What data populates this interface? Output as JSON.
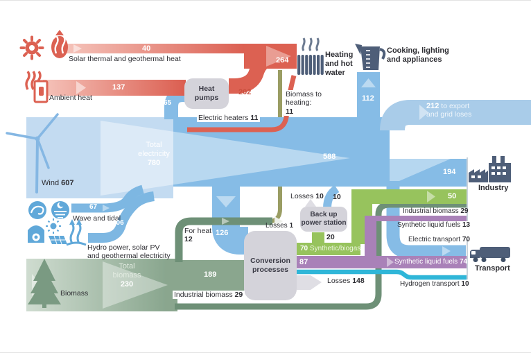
{
  "palette": {
    "red": "#dc6152",
    "blue": "#86bce6",
    "blue_light": "#a9cce9",
    "biomass_green": "#8aa68e",
    "sage": "#6e9077",
    "lime": "#97c35d",
    "purple": "#a981b8",
    "cyan": "#2fb6d8",
    "slate": "#4e5e78",
    "box_gray": "#d4d3da",
    "olive": "#9a9d63",
    "losses_gray": "#dfdee4"
  },
  "sources": {
    "solar_thermal": {
      "label": "Solar thermal and geothermal heat",
      "value": "40"
    },
    "ambient_heat": {
      "label": "Ambient heat",
      "value": "137"
    },
    "wind": {
      "label": "Wind",
      "value": "607"
    },
    "wave_tidal": {
      "label": "Wave and tidal",
      "value": "67"
    },
    "hydro": {
      "line1": "Hydro power, solar PV",
      "line2": "and geothermal electricity",
      "value": "106"
    },
    "biomass": {
      "label": "Biomass"
    }
  },
  "electricity": {
    "line1": "Total",
    "line2": "electricity",
    "total": "780",
    "main": "588",
    "to_heat_pumps": "65",
    "electric_heaters_label": "Electric heaters",
    "to_electric_heaters": "11",
    "to_cooking": "112",
    "to_export": "212",
    "export_line1": "to export",
    "export_line2": "and grid loses",
    "to_industry": "194",
    "to_transport_label": "Electric transport",
    "to_transport": "70",
    "to_conversion": "126",
    "from_backup": "10"
  },
  "heat": {
    "heat_pumps_out": "202",
    "heating_total": "264",
    "biomass_line1": "Biomass to",
    "biomass_line2": "heating:",
    "biomass_value": "11"
  },
  "biomass": {
    "total_line1": "Total",
    "total_line2": "biomass",
    "total": "230",
    "to_conversion": "189",
    "for_heat_label": "For heat",
    "for_heat": "12",
    "industrial_label": "Industrial biomass",
    "industrial": "29",
    "losses_label": "Losses",
    "losses": "1"
  },
  "conversion": {
    "synthetic_biogas": "70",
    "synthetic_biogas_label": "Synthetic/biogas",
    "synthetic_liquid": "87",
    "to_backup": "20",
    "losses_label": "Losses",
    "losses": "148"
  },
  "backup": {
    "losses_label": "Losses",
    "losses": "10",
    "out": "10"
  },
  "industry": {
    "biogas": "50",
    "biomass_label": "Industrial biomass",
    "biomass": "29",
    "synfuel_label": "Synthetic liquid fuels",
    "synfuel": "13"
  },
  "transport": {
    "synfuel_label": "Synthetic liquid fuels",
    "synfuel": "74",
    "hydrogen_label": "Hydrogen transport",
    "hydrogen": "10"
  },
  "nodes": {
    "heat_pumps_l1": "Heat",
    "heat_pumps_l2": "pumps",
    "conversion_l1": "Conversion",
    "conversion_l2": "processes",
    "backup_l1": "Back up",
    "backup_l2": "power station",
    "heating_l1": "Heating",
    "heating_l2": "and hot",
    "heating_l3": "water",
    "cooking_l1": "Cooking, lighting",
    "cooking_l2": "and appliances",
    "industry": "Industry",
    "transport": "Transport"
  },
  "totals": {
    "electricity": 780,
    "biomass": 230,
    "heating": 264,
    "electricity_after_branches": 588
  },
  "links": [
    {
      "source": "Solar thermal and geothermal heat",
      "target": "Heating and hot water",
      "value": 40
    },
    {
      "source": "Ambient heat",
      "target": "Heat pumps",
      "value": 137
    },
    {
      "source": "Electricity",
      "target": "Heat pumps",
      "value": 65
    },
    {
      "source": "Heat pumps",
      "target": "Heating and hot water",
      "value": 202
    },
    {
      "source": "Electricity",
      "target": "Electric heaters",
      "value": 11
    },
    {
      "source": "Electric heaters",
      "target": "Heating and hot water",
      "value": 11
    },
    {
      "source": "Biomass",
      "target": "Heating and hot water",
      "value": 11
    },
    {
      "source": "Wind",
      "target": "Electricity",
      "value": 607
    },
    {
      "source": "Wave and tidal",
      "target": "Electricity",
      "value": 67
    },
    {
      "source": "Hydro power, solar PV and geothermal electricity",
      "target": "Electricity",
      "value": 106
    },
    {
      "source": "Electricity",
      "target": "Cooking, lighting and appliances",
      "value": 112
    },
    {
      "source": "Electricity",
      "target": "Export and grid loses",
      "value": 212
    },
    {
      "source": "Electricity",
      "target": "Industry",
      "value": 194
    },
    {
      "source": "Electricity",
      "target": "Electric transport",
      "value": 70
    },
    {
      "source": "Electricity",
      "target": "Conversion processes",
      "value": 126
    },
    {
      "source": "Biomass",
      "target": "Conversion processes",
      "value": 189
    },
    {
      "source": "Biomass",
      "target": "Industry (industrial biomass)",
      "value": 29
    },
    {
      "source": "Biomass",
      "target": "For heat",
      "value": 12
    },
    {
      "source": "For heat",
      "target": "Losses",
      "value": 1
    },
    {
      "source": "Conversion processes",
      "target": "Synthetic/biogas",
      "value": 70
    },
    {
      "source": "Synthetic/biogas",
      "target": "Back up power station",
      "value": 20
    },
    {
      "source": "Synthetic/biogas",
      "target": "Industry",
      "value": 50
    },
    {
      "source": "Back up power station",
      "target": "Electricity",
      "value": 10
    },
    {
      "source": "Back up power station",
      "target": "Losses",
      "value": 10
    },
    {
      "source": "Conversion processes",
      "target": "Synthetic liquid fuels",
      "value": 87
    },
    {
      "source": "Synthetic liquid fuels",
      "target": "Industry",
      "value": 13
    },
    {
      "source": "Synthetic liquid fuels",
      "target": "Transport",
      "value": 74
    },
    {
      "source": "Conversion processes",
      "target": "Hydrogen transport (Transport)",
      "value": 10
    },
    {
      "source": "Conversion processes",
      "target": "Losses",
      "value": 148
    }
  ]
}
